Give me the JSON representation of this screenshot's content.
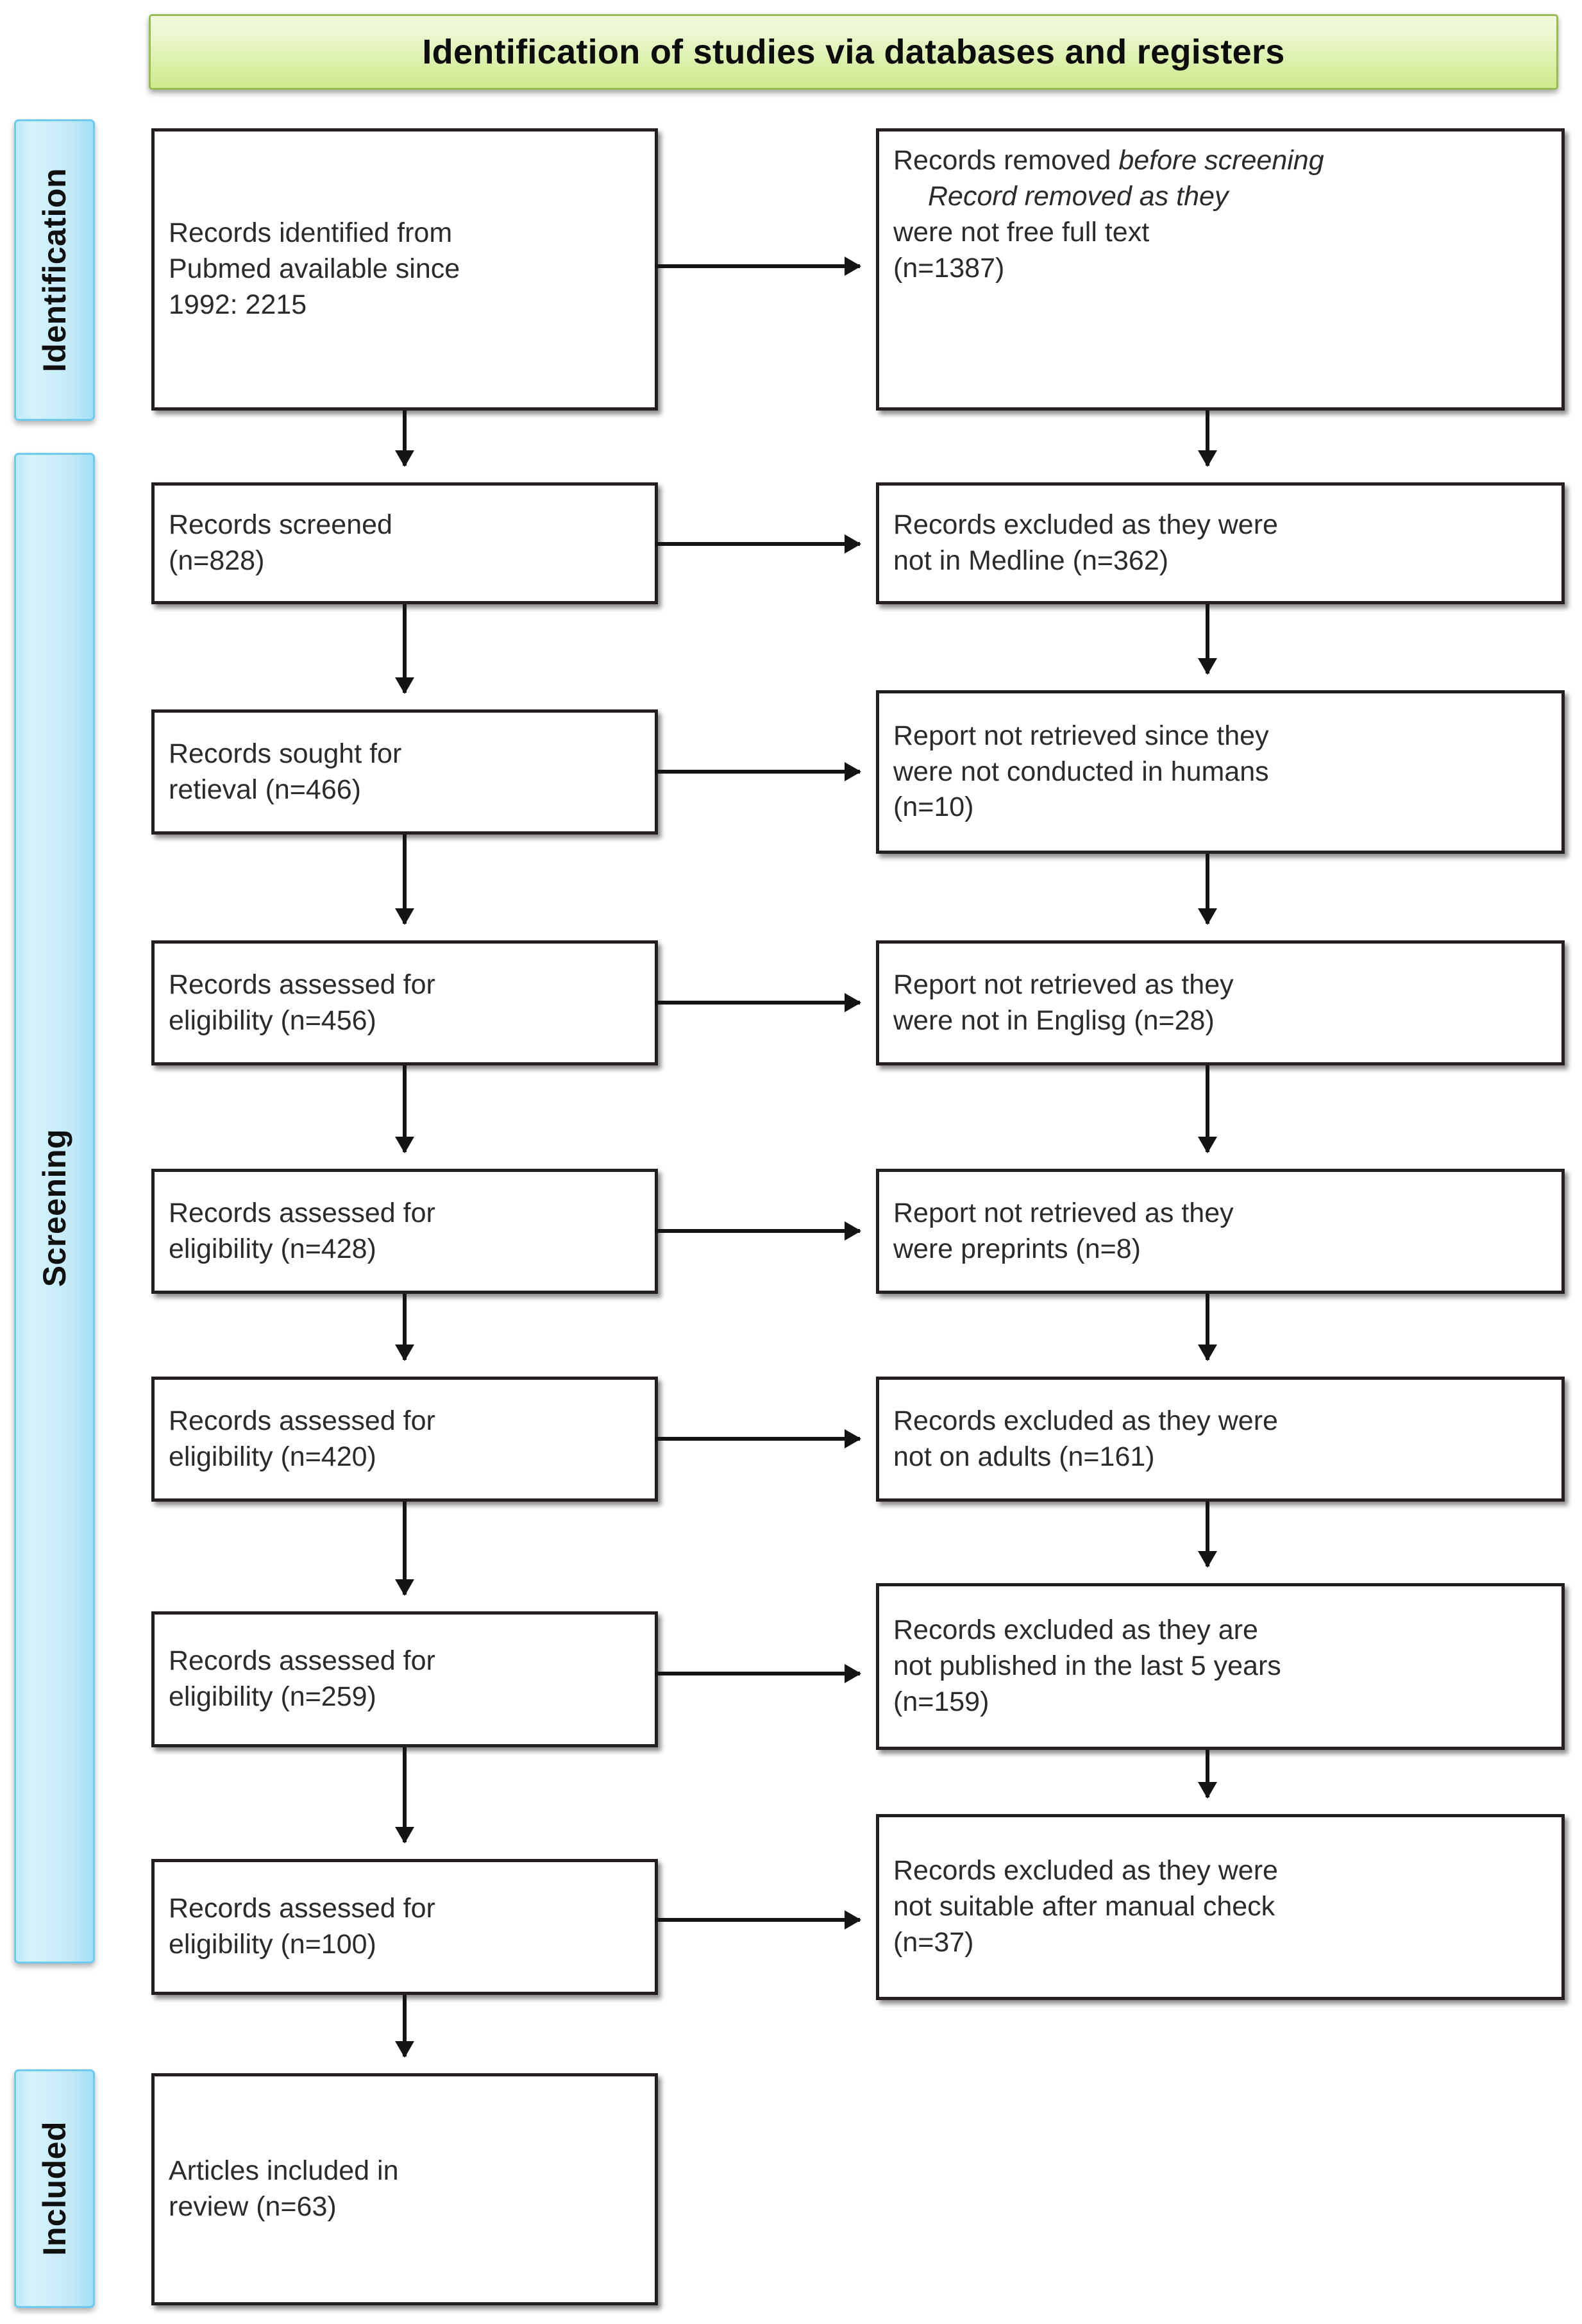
{
  "header": {
    "title": "Identification of studies via databases and registers"
  },
  "stages": [
    {
      "key": "identification",
      "label": "Identification"
    },
    {
      "key": "screening",
      "label": "Screening"
    },
    {
      "key": "included",
      "label": "Included"
    }
  ],
  "flow": {
    "left_boxes": [
      {
        "id": "records-identified",
        "line1": "Records identified from",
        "line2": "Pubmed available since",
        "line3": "1992: 2215"
      },
      {
        "id": "records-screened",
        "line1": "Records screened",
        "line2": "(n=828)",
        "line3": ""
      },
      {
        "id": "records-sought",
        "line1": "Records sought for",
        "line2": "retieval (n=466)",
        "line3": ""
      },
      {
        "id": "records-eligibility-456",
        "line1": "Records assessed  for",
        "line2": "eligibility (n=456)",
        "line3": ""
      },
      {
        "id": "records-eligibility-428",
        "line1": "Records assessed for",
        "line2": "eligibility (n=428)",
        "line3": ""
      },
      {
        "id": "records-eligibility-420",
        "line1": "Records assessed for",
        "line2": "eligibility (n=420)",
        "line3": ""
      },
      {
        "id": "records-eligibility-259",
        "line1": "Records assessed  for",
        "line2": "eligibility (n=259)",
        "line3": ""
      },
      {
        "id": "records-eligibility-100",
        "line1": "Records assessed  for",
        "line2": "eligibility (n=100)",
        "line3": ""
      },
      {
        "id": "articles-included",
        "line1": "Articles included in",
        "line2": "review (n=63)",
        "line3": ""
      }
    ],
    "right_boxes": [
      {
        "id": "removed-before-screening",
        "head_plain": "Records removed ",
        "head_italic": "before screening",
        "ind1": "Record removed as they",
        "line2": "were not free full text",
        "line3": "(n=1387)"
      },
      {
        "id": "excluded-not-medline",
        "line1": "Records excluded as they were",
        "line2": "not in Medline (n=362)",
        "line3": ""
      },
      {
        "id": "not-retrieved-not-humans",
        "line1": "Report not retrieved since they",
        "line2": "were not conducted in humans",
        "line3": "(n=10)"
      },
      {
        "id": "not-retrieved-not-english",
        "line1": "Report not retrieved as they",
        "line2": "were not in Englisg (n=28)",
        "line3": ""
      },
      {
        "id": "not-retrieved-preprints",
        "line1": "Report not retrieved as they",
        "line2": "were preprints (n=8)",
        "line3": ""
      },
      {
        "id": "excluded-not-adults",
        "line1": "Records excluded as they were",
        "line2": "not on adults (n=161)",
        "line3": ""
      },
      {
        "id": "excluded-not-recent",
        "line1": "Records excluded as they are",
        "line2": "not published in the last 5 years",
        "line3": "(n=159)"
      },
      {
        "id": "excluded-manual-check",
        "line1": "Records excluded as they were",
        "line2": "not suitable after manual check",
        "line3": "(n=37)"
      }
    ]
  },
  "chart_data": {
    "type": "diagram",
    "title": "Identification of studies via databases and registers",
    "nodes": [
      {
        "stage": "Identification",
        "side": "left",
        "text": "Records identified from Pubmed available since 1992: 2215",
        "n": 2215
      },
      {
        "stage": "Identification",
        "side": "right",
        "text": "Records removed before screening: Record removed as they were not free full text (n=1387)",
        "n": 1387
      },
      {
        "stage": "Screening",
        "side": "left",
        "text": "Records screened (n=828)",
        "n": 828
      },
      {
        "stage": "Screening",
        "side": "right",
        "text": "Records excluded as they were not in Medline (n=362)",
        "n": 362
      },
      {
        "stage": "Screening",
        "side": "left",
        "text": "Records sought for retieval (n=466)",
        "n": 466
      },
      {
        "stage": "Screening",
        "side": "right",
        "text": "Report not retrieved since they were not conducted in humans (n=10)",
        "n": 10
      },
      {
        "stage": "Screening",
        "side": "left",
        "text": "Records assessed for eligibility (n=456)",
        "n": 456
      },
      {
        "stage": "Screening",
        "side": "right",
        "text": "Report not retrieved as they were not in Englisg (n=28)",
        "n": 28
      },
      {
        "stage": "Screening",
        "side": "left",
        "text": "Records assessed for eligibility (n=428)",
        "n": 428
      },
      {
        "stage": "Screening",
        "side": "right",
        "text": "Report not retrieved as they were preprints (n=8)",
        "n": 8
      },
      {
        "stage": "Screening",
        "side": "left",
        "text": "Records assessed for eligibility (n=420)",
        "n": 420
      },
      {
        "stage": "Screening",
        "side": "right",
        "text": "Records excluded as they were not on adults (n=161)",
        "n": 161
      },
      {
        "stage": "Screening",
        "side": "left",
        "text": "Records assessed for eligibility (n=259)",
        "n": 259
      },
      {
        "stage": "Screening",
        "side": "right",
        "text": "Records excluded as they are not published in the last 5 years (n=159)",
        "n": 159
      },
      {
        "stage": "Screening",
        "side": "left",
        "text": "Records assessed for eligibility (n=100)",
        "n": 100
      },
      {
        "stage": "Screening",
        "side": "right",
        "text": "Records excluded as they were not suitable after manual check (n=37)",
        "n": 37
      },
      {
        "stage": "Included",
        "side": "left",
        "text": "Articles included in review (n=63)",
        "n": 63
      }
    ],
    "colors": {
      "header": "#cdea8c",
      "header_border": "#9aba5a",
      "stage_bar": "#bfe9f9",
      "stage_bar_border": "#6ecbee",
      "box_border": "#231f20"
    }
  }
}
